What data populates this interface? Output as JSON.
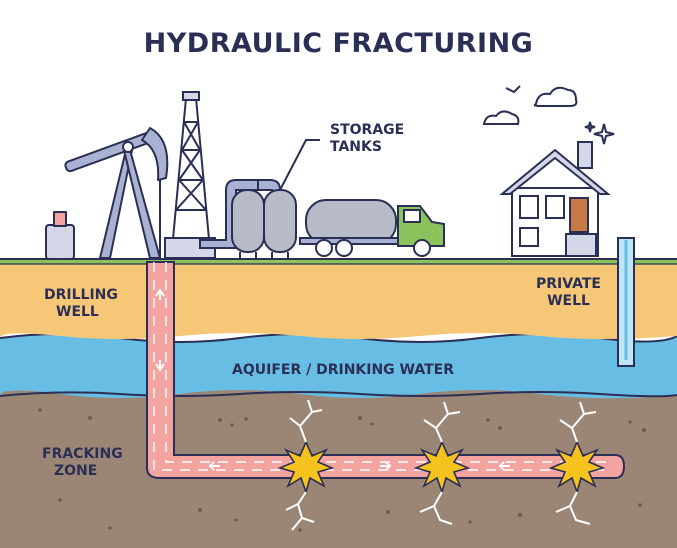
{
  "title": "HYDRAULIC FRACTURING",
  "labels": {
    "storage_tanks": [
      "STORAGE",
      "TANKS"
    ],
    "drilling_well": [
      "DRILLING",
      "WELL"
    ],
    "private_well": [
      "PRIVATE",
      "WELL"
    ],
    "aquifer": "AQUIFER / DRINKING WATER",
    "fracking_zone": [
      "FRACKING",
      "ZONE"
    ]
  },
  "colors": {
    "ink": "#2b2f55",
    "soil": "#f6c777",
    "water": "#67bde3",
    "rock": "#9b8676",
    "pipe": "#f3a3a0",
    "burst": "#f6c21e"
  }
}
